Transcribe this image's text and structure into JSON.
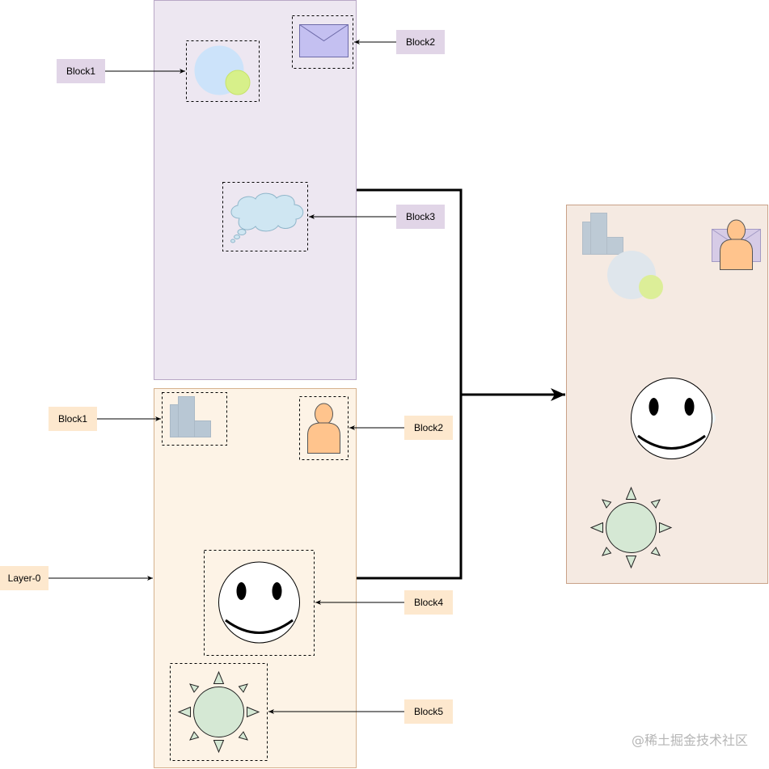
{
  "colors": {
    "upper_layer_fill": "#ede7f1",
    "upper_layer_stroke": "#b9a8c6",
    "upper_label_fill": "#e1d5e7",
    "lower_layer_fill": "#fdf3e6",
    "lower_layer_stroke": "#d6b28e",
    "lower_label_fill": "#fde8ce",
    "result_fill": "#f5eae2",
    "result_stroke": "#c9a187",
    "connector": "#000000"
  },
  "upper_layer": {
    "labels": {
      "block1": "Block1",
      "block2": "Block2",
      "block3": "Block3"
    },
    "icons": [
      "circles-icon",
      "envelope-icon",
      "cloud-icon"
    ]
  },
  "lower_layer": {
    "labels": {
      "layer": "Layer-0",
      "block1": "Block1",
      "block2": "Block2",
      "block4": "Block4",
      "block5": "Block5"
    },
    "icons": [
      "building-icon",
      "person-icon",
      "smiley-icon",
      "sun-icon"
    ]
  },
  "result": {
    "icons": [
      "building-icon",
      "envelope-person-icon",
      "circles-icon",
      "smiley-icon",
      "sun-icon"
    ]
  },
  "watermark": "@稀土掘金技术社区"
}
